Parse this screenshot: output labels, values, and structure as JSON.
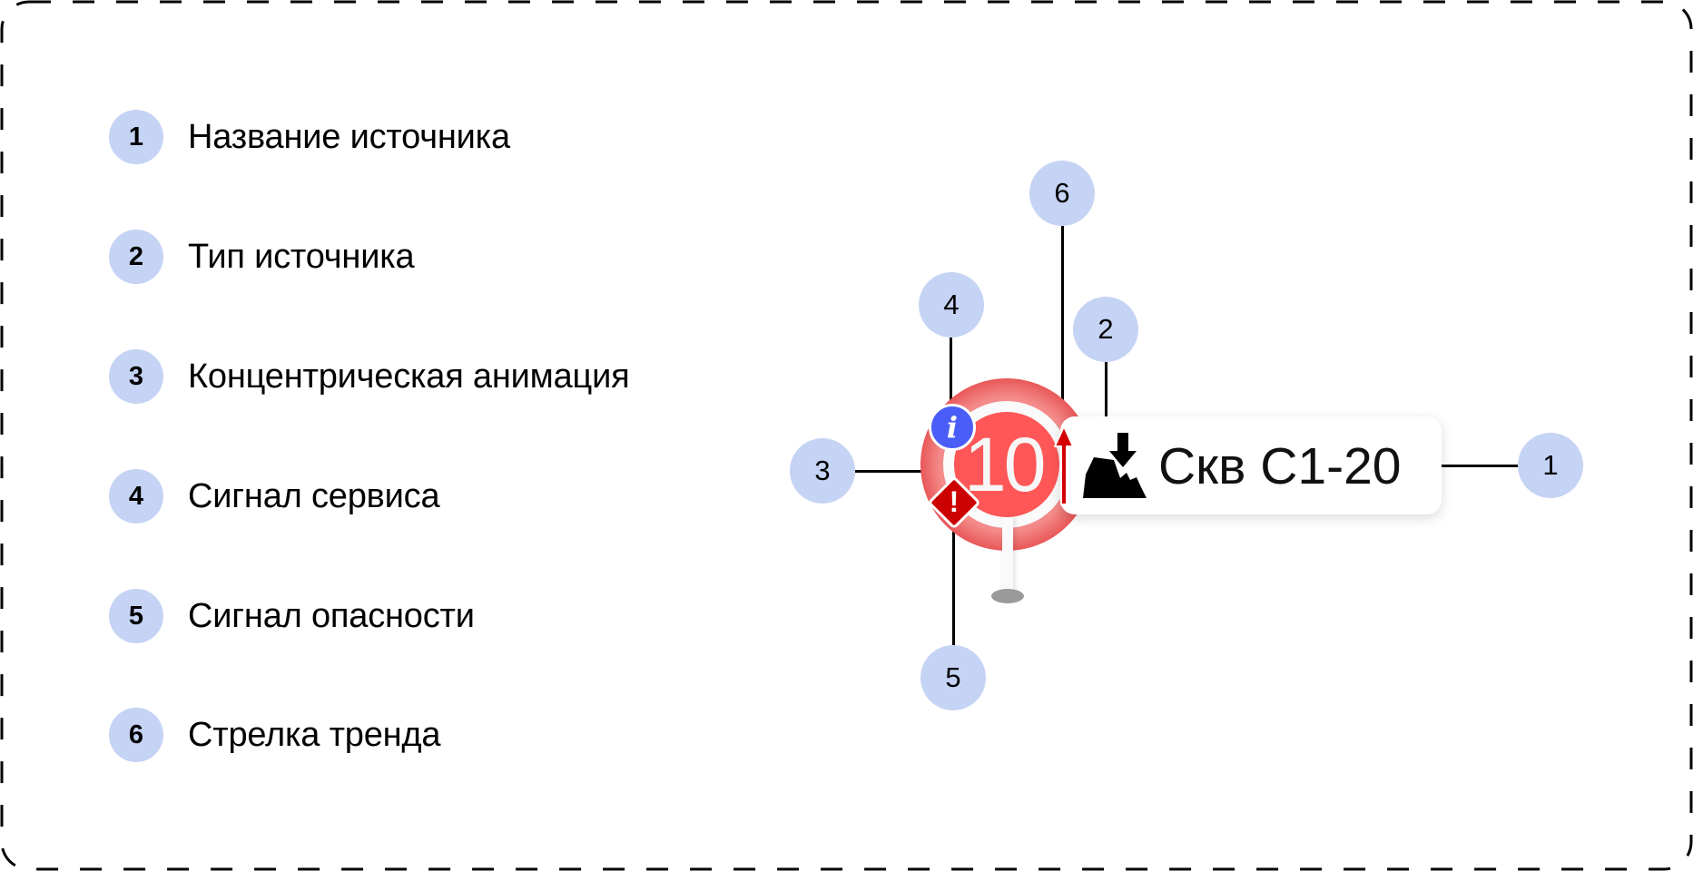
{
  "legend": {
    "items": [
      {
        "number": "1",
        "label": "Название источника"
      },
      {
        "number": "2",
        "label": "Тип источника"
      },
      {
        "number": "3",
        "label": "Концентрическая анимация"
      },
      {
        "number": "4",
        "label": "Сигнал сервиса"
      },
      {
        "number": "5",
        "label": "Сигнал опасности"
      },
      {
        "number": "6",
        "label": "Стрелка тренда"
      }
    ]
  },
  "marker": {
    "value": "10",
    "source_name": "Скв С1-20",
    "source_type_icon": "well-drilling-icon",
    "service_signal_icon": "info-icon",
    "service_signal_glyph": "i",
    "hazard_signal_icon": "warning-diamond-icon",
    "hazard_signal_glyph": "!",
    "trend_arrow_icon": "arrow-up-icon",
    "colors": {
      "core": "#ff5757",
      "halo": "#df2f2f",
      "info": "#4a5ef7",
      "hazard": "#cc0000",
      "trend": "#d40000"
    }
  },
  "callouts": [
    {
      "number": "1"
    },
    {
      "number": "2"
    },
    {
      "number": "3"
    },
    {
      "number": "4"
    },
    {
      "number": "5"
    },
    {
      "number": "6"
    }
  ],
  "colors": {
    "badge": "#c5d3f4",
    "frame": "#000000"
  }
}
